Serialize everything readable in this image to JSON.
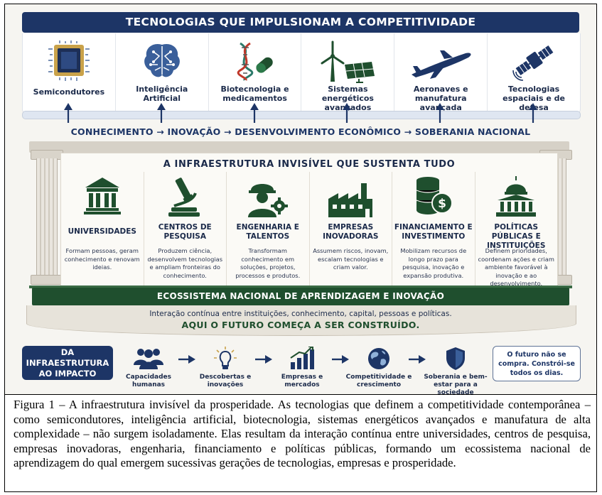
{
  "banner": "TECNOLOGIAS QUE IMPULSIONAM A COMPETITIVIDADE",
  "technologies": [
    {
      "label": "Semicondutores",
      "icon": "chip-icon"
    },
    {
      "label": "Inteligência Artificial",
      "icon": "brain-circuit-icon"
    },
    {
      "label": "Biotecnologia e medicamentos",
      "icon": "dna-pill-icon"
    },
    {
      "label": "Sistemas energéticos avançados",
      "icon": "wind-solar-icon"
    },
    {
      "label": "Aeronaves e manufatura avançada",
      "icon": "airplane-icon"
    },
    {
      "label": "Tecnologias espaciais e de defesa",
      "icon": "satellite-icon"
    }
  ],
  "chain": "CONHECIMENTO → INOVAÇÃO → DESENVOLVIMENTO ECONÔMICO → SOBERANIA NACIONAL",
  "infrastructure_title": "A INFRAESTRUTURA INVISÍVEL QUE SUSTENTA TUDO",
  "pillars": [
    {
      "name": "UNIVERSIDADES",
      "desc": "Formam pessoas, geram conhecimento e renovam ideias.",
      "icon": "university-icon"
    },
    {
      "name": "CENTROS DE PESQUISA",
      "desc": "Produzem ciência, desenvolvem tecnologias e ampliam fronteiras do conhecimento.",
      "icon": "microscope-icon"
    },
    {
      "name": "ENGENHARIA E TALENTOS",
      "desc": "Transformam conhecimento em soluções, projetos, processos e produtos.",
      "icon": "engineer-gear-icon"
    },
    {
      "name": "EMPRESAS INOVADORAS",
      "desc": "Assumem riscos, inovam, escalam tecnologias e criam valor.",
      "icon": "factory-icon"
    },
    {
      "name": "FINANCIAMENTO E INVESTIMENTO",
      "desc": "Mobilizam recursos de longo prazo para pesquisa, inovação e expansão produtiva.",
      "icon": "coins-icon"
    },
    {
      "name": "POLÍTICAS PÚBLICAS E INSTITUIÇÕES",
      "desc": "Definem prioridades, coordenam ações e criam ambiente favorável à inovação e ao desenvolvimento.",
      "icon": "capitol-icon"
    }
  ],
  "ecosystem": "ECOSSISTEMA NACIONAL DE APRENDIZAGEM E INOVAÇÃO",
  "interaction": "Interação contínua entre instituições, conhecimento, capital, pessoas e políticas.",
  "future": "AQUI O FUTURO COMEÇA A SER CONSTRUÍDO.",
  "impact_box": "DA INFRAESTRUTURA AO IMPACTO",
  "impact_steps": [
    {
      "label": "Capacidades humanas",
      "icon": "people-icon"
    },
    {
      "label": "Descobertas e inovações",
      "icon": "lightbulb-icon"
    },
    {
      "label": "Empresas e mercados",
      "icon": "growth-chart-icon"
    },
    {
      "label": "Competitividade e crescimento",
      "icon": "globe-icon"
    },
    {
      "label": "Soberania e bem-estar para a sociedade",
      "icon": "shield-icon"
    }
  ],
  "quote": "O futuro não se compra. Constrói-se todos os dias.",
  "caption": "Figura 1 – A infraestrutura invisível da prosperidade. As tecnologias que definem a competitividade contemporânea – como semicondutores, inteligência artificial, biotecnologia, sistemas energéticos avançados e manufatura de alta complexidade – não surgem isoladamente. Elas resultam da interação contínua entre universidades, centros de pesquisa, empresas inovadoras, engenharia, financiamento e políticas públicas, formando um ecossistema nacional de aprendizagem do qual emergem sucessivas gerações de tecnologias, empresas e prosperidade.",
  "colors": {
    "navy": "#1d3566",
    "green": "#1f4f2e",
    "stone": "#d9d4ca"
  }
}
